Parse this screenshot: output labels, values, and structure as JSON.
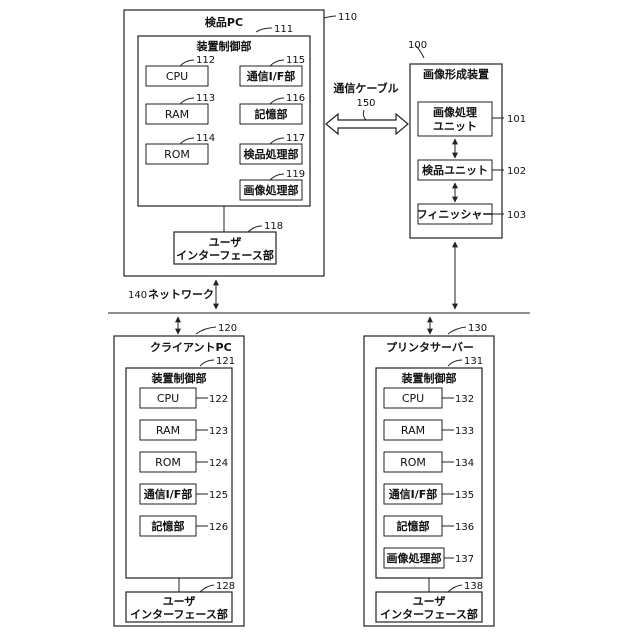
{
  "inspection_pc": {
    "title": "検品PC",
    "ref": "110",
    "control_unit": {
      "title": "装置制御部",
      "ref": "111",
      "cpu": {
        "label": "CPU",
        "ref": "112"
      },
      "ram": {
        "label": "RAM",
        "ref": "113"
      },
      "rom": {
        "label": "ROM",
        "ref": "114"
      },
      "comm_if": {
        "label": "通信I/F部",
        "ref": "115"
      },
      "storage": {
        "label": "記憶部",
        "ref": "116"
      },
      "inspection_proc": {
        "label": "検品処理部",
        "ref": "117"
      },
      "image_proc": {
        "label": "画像処理部",
        "ref": "119"
      }
    },
    "ui": {
      "line1": "ユーザ",
      "line2": "インターフェース部",
      "ref": "118"
    }
  },
  "image_forming": {
    "title": "画像形成装置",
    "ref": "100",
    "image_proc_unit": {
      "line1": "画像処理",
      "line2": "ユニット",
      "ref": "101"
    },
    "inspection_unit": {
      "label": "検品ユニット",
      "ref": "102"
    },
    "finisher": {
      "label": "フィニッシャー",
      "ref": "103"
    }
  },
  "cable": {
    "label": "通信ケーブル",
    "ref": "150"
  },
  "network": {
    "label": "ネットワーク",
    "ref": "140"
  },
  "client_pc": {
    "title": "クライアントPC",
    "ref": "120",
    "control_unit": {
      "title": "装置制御部",
      "ref": "121",
      "cpu": {
        "label": "CPU",
        "ref": "122"
      },
      "ram": {
        "label": "RAM",
        "ref": "123"
      },
      "rom": {
        "label": "ROM",
        "ref": "124"
      },
      "comm_if": {
        "label": "通信I/F部",
        "ref": "125"
      },
      "storage": {
        "label": "記憶部",
        "ref": "126"
      }
    },
    "ui": {
      "line1": "ユーザ",
      "line2": "インターフェース部",
      "ref": "128"
    }
  },
  "print_server": {
    "title": "プリンタサーバー",
    "ref": "130",
    "control_unit": {
      "title": "装置制御部",
      "ref": "131",
      "cpu": {
        "label": "CPU",
        "ref": "132"
      },
      "ram": {
        "label": "RAM",
        "ref": "133"
      },
      "rom": {
        "label": "ROM",
        "ref": "134"
      },
      "comm_if": {
        "label": "通信I/F部",
        "ref": "135"
      },
      "storage": {
        "label": "記憶部",
        "ref": "136"
      },
      "image_proc": {
        "label": "画像処理部",
        "ref": "137"
      }
    },
    "ui": {
      "line1": "ユーザ",
      "line2": "インターフェース部",
      "ref": "138"
    }
  }
}
